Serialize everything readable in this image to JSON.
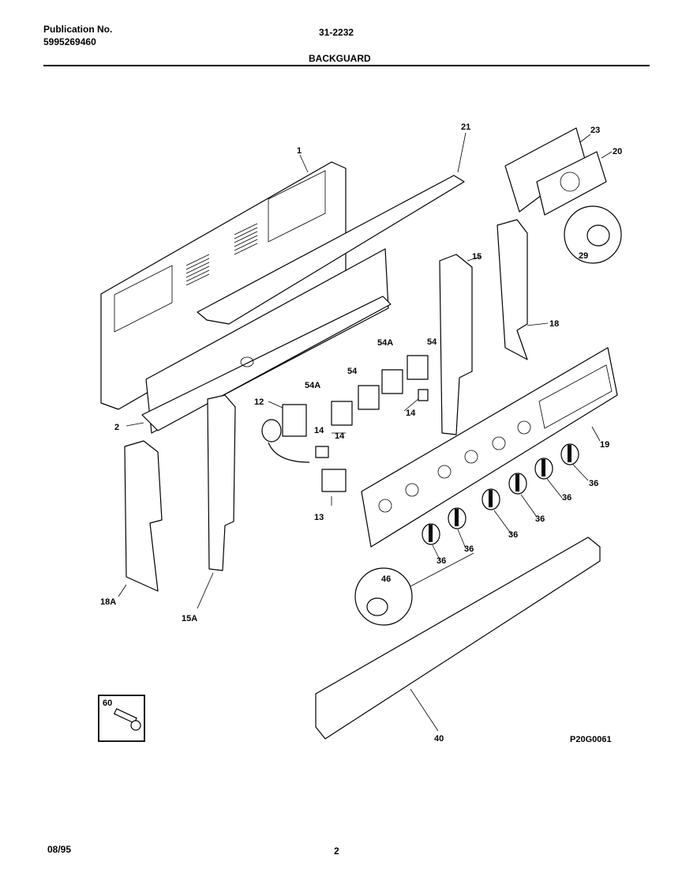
{
  "header": {
    "publication_label": "Publication No.",
    "publication_number": "5995269460",
    "model": "31-2232",
    "section_title": "BACKGUARD"
  },
  "footer": {
    "date": "08/95",
    "page": "2",
    "drawing_code": "P20G0061"
  },
  "callouts": {
    "c1": "1",
    "c2": "2",
    "c12": "12",
    "c13": "13",
    "c14a": "14",
    "c14b": "14",
    "c14c": "14",
    "c15": "15",
    "c15a": "15A",
    "c18": "18",
    "c18a": "18A",
    "c19": "19",
    "c20": "20",
    "c21": "21",
    "c23": "23",
    "c29": "29",
    "c36a": "36",
    "c36b": "36",
    "c36c": "36",
    "c36d": "36",
    "c36e": "36",
    "c36f": "36",
    "c40": "40",
    "c46": "46",
    "c54a": "54",
    "c54b": "54",
    "c54Aa": "54A",
    "c54Ab": "54A",
    "c60": "60"
  }
}
